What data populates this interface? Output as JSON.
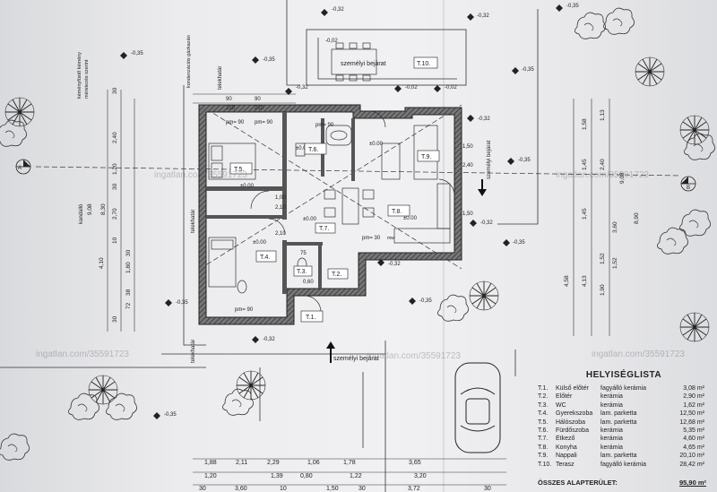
{
  "rooms": [
    {
      "code": "T.1.",
      "name": "Külső előtér",
      "floor": "fagyálló kerámia",
      "area": "3,08 m²"
    },
    {
      "code": "T.2.",
      "name": "Előtér",
      "floor": "kerámia",
      "area": "2,90 m²"
    },
    {
      "code": "T.3.",
      "name": "WC",
      "floor": "kerámia",
      "area": "1,62 m²"
    },
    {
      "code": "T.4.",
      "name": "Gyerekszoba",
      "floor": "lam. parketta",
      "area": "12,50 m²"
    },
    {
      "code": "T.5.",
      "name": "Hálószoba",
      "floor": "lam. parketta",
      "area": "12,68 m²"
    },
    {
      "code": "T.6.",
      "name": "Fürdőszoba",
      "floor": "kerámia",
      "area": "5,35 m²"
    },
    {
      "code": "T.7.",
      "name": "Étkező",
      "floor": "kerámia",
      "area": "4,60 m²"
    },
    {
      "code": "T.8.",
      "name": "Konyha",
      "floor": "kerámia",
      "area": "4,65 m²"
    },
    {
      "code": "T.9.",
      "name": "Nappali",
      "floor": "lam. parketta",
      "area": "20,10 m²"
    },
    {
      "code": "T.10.",
      "name": "Terasz",
      "floor": "fagyálló kerámia",
      "area": "28,42 m²"
    }
  ],
  "legend": {
    "title": "HELYISÉGLISTA",
    "total_label": "ÖSSZES ALAPTERÜLET:",
    "total_value": "95,90 m²"
  },
  "plan_labels": {
    "entrance_top": "személyi bejárat",
    "entrance_bottom": "személyi bejárat",
    "entrance_side": "személyi bejárat",
    "chimney_note_1": "kéményfüstő kémény",
    "chimney_note_2": "méretezés szerint",
    "gas_note": "kondenzációs gázkazán",
    "neighbor_left": "telekhatár",
    "neighbor_left_2": "telekhatár",
    "neighbor_top": "telekhatár",
    "left_side": "kandalló",
    "watermark": "ingatlan.com/35591723",
    "north_left": "A",
    "north_right": "B",
    "level_zero": "±0.00",
    "level_minus": "-0,32",
    "level_minus_2": "-0,35",
    "level_minus_3": "-0,02",
    "pm90": "pm= 90",
    "pm30": "pm= 30",
    "mw": "mw"
  },
  "room_tags": [
    "T.1.",
    "T.2.",
    "T.3.",
    "T.4.",
    "T.5.",
    "T.6.",
    "T.7.",
    "T.8.",
    "T.9.",
    "T.10."
  ],
  "bottom_dims_row1": [
    "1,88",
    "2,11",
    "2,29",
    "1,06",
    "1,78",
    "3,65"
  ],
  "bottom_dims_row2": [
    "1,20",
    "1,39",
    "0,80",
    "1,22",
    "3,20"
  ],
  "bottom_dims_row3": [
    "30",
    "3,60",
    "10",
    "1,50",
    "30",
    "3,72",
    "30"
  ],
  "left_dims": [
    "30",
    "2,40",
    "1,20",
    "30",
    "2,70",
    "10",
    "4,10",
    "30",
    "1,80",
    "38",
    "72",
    "30"
  ],
  "left_dims_total": [
    "9,08",
    "8,30"
  ],
  "right_dims": [
    "1,58",
    "1,13",
    "1,45",
    "2,40",
    "1,45",
    "4,58",
    "4,13",
    "1,90",
    "1,52",
    "1,52",
    "3,60"
  ],
  "right_dims_total": [
    "9,08",
    "8,90"
  ],
  "opening_dims": [
    "90",
    "210",
    "1,00",
    "2,10",
    "1,50",
    "2,40",
    "0,60",
    "75",
    "2,10"
  ],
  "colors": {
    "wall": "#555555",
    "line": "#2a2a2a",
    "paper": "#ececee"
  }
}
